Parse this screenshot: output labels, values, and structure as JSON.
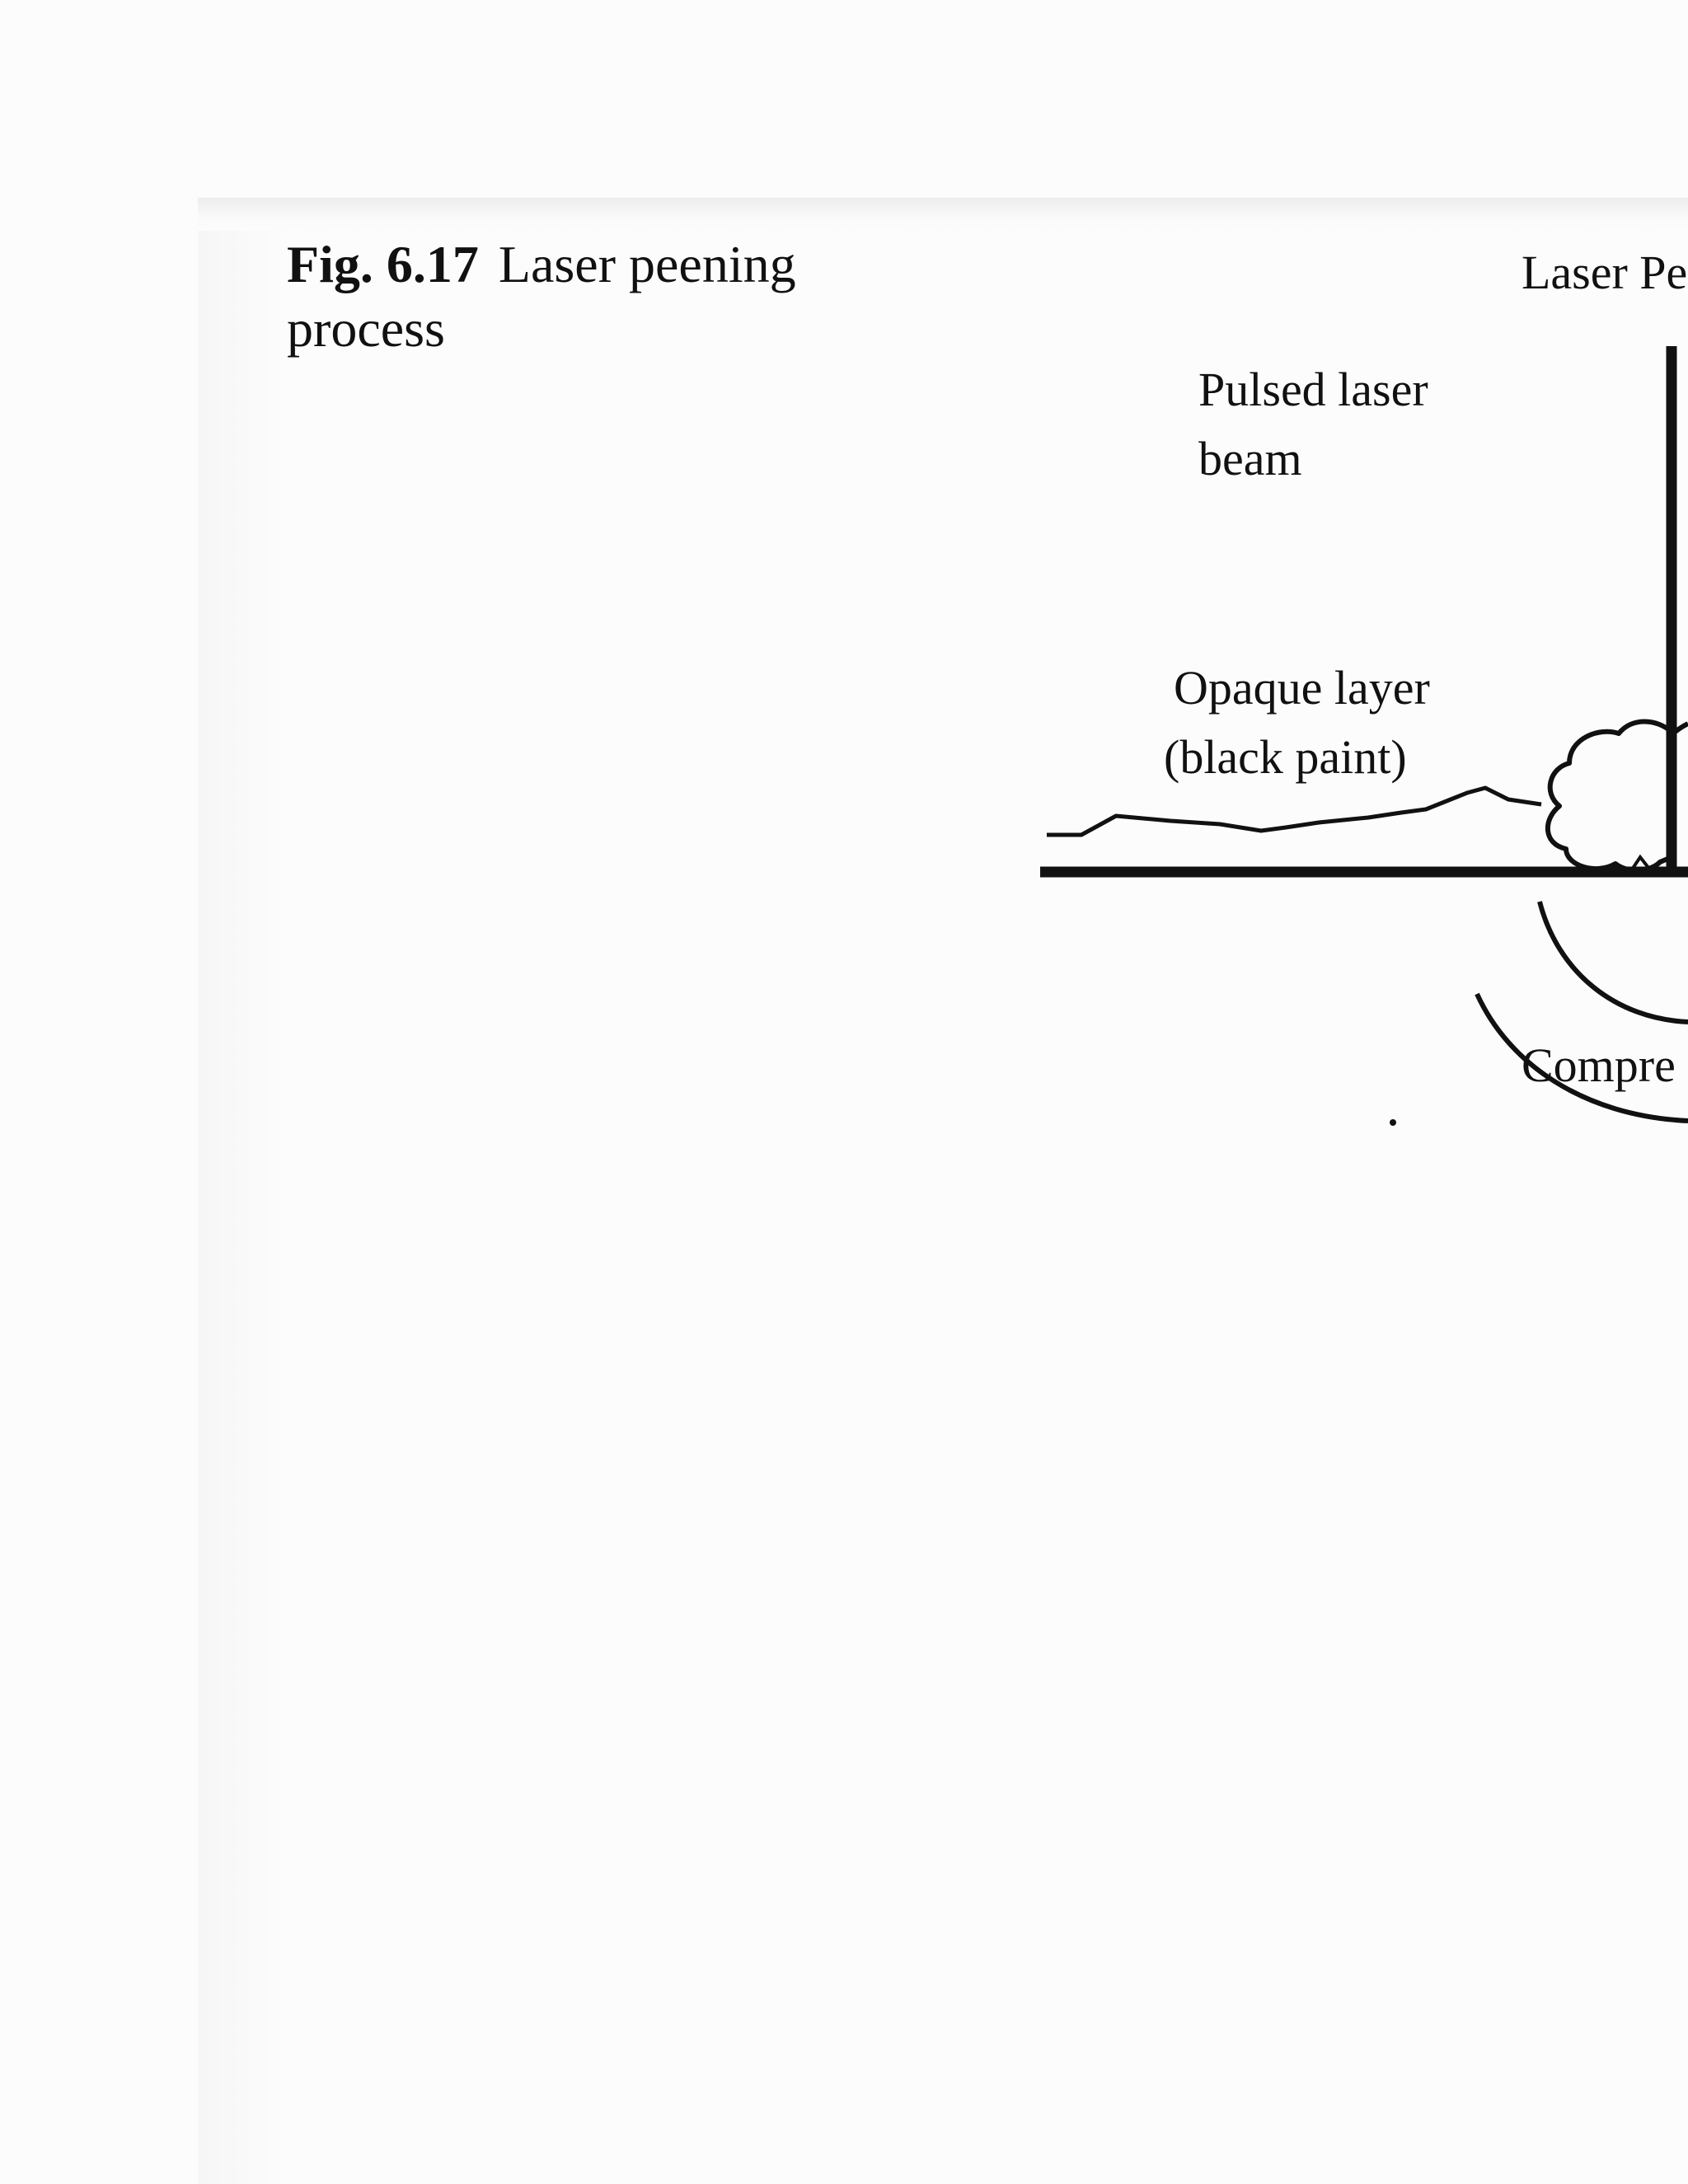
{
  "figure": {
    "label": "Fig. 6.17",
    "caption": "Laser peening process"
  },
  "diagram": {
    "title": "Laser Pe",
    "labels": {
      "pulsed_laser_line1": "Pulsed laser",
      "pulsed_laser_line2": "beam",
      "opaque_line1": "Opaque layer",
      "opaque_line2": "(black paint)",
      "compressive": "Compre"
    }
  }
}
